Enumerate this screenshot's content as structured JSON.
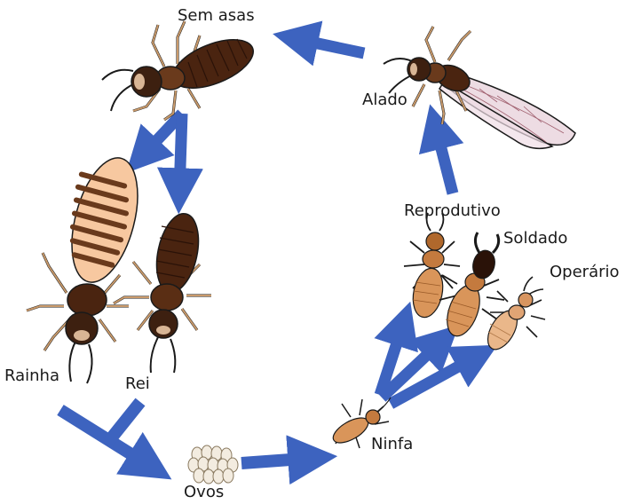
{
  "labels": {
    "sem_asas": "Sem asas",
    "alado": "Alado",
    "reprodutivo": "Reprodutivo",
    "soldado": "Soldado",
    "operario": "Operário",
    "ninfa": "Ninfa",
    "ovos": "Ovos",
    "rainha": "Rainha",
    "rei": "Rei"
  },
  "colors": {
    "arrow": "#3d63bf",
    "dark_body": "#4a2410",
    "queen_abdomen": "#f7c8a0",
    "nymph_body": "#d9955a",
    "outline": "#1a1a1a"
  }
}
